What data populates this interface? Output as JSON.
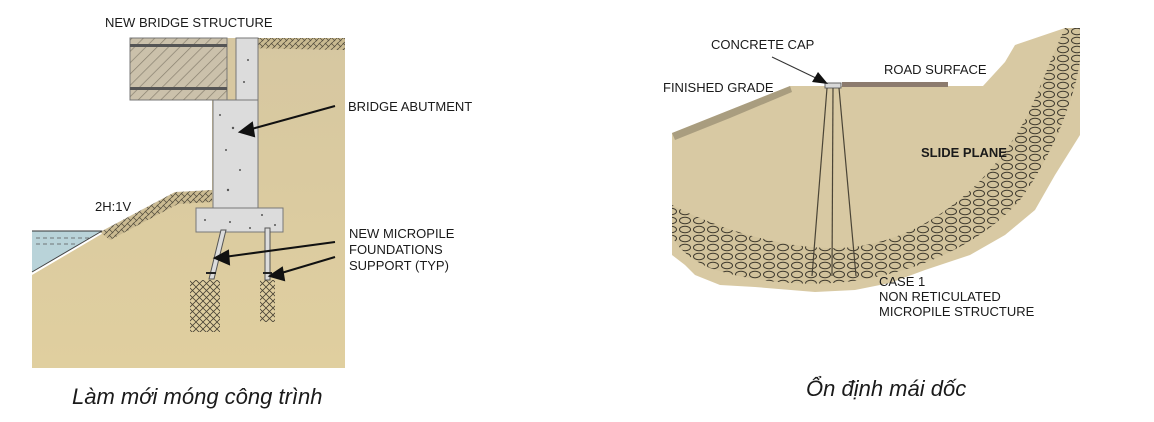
{
  "figures": [
    {
      "id": "left",
      "caption": "Làm mới móng công trình",
      "labels": {
        "new_bridge_structure": "NEW BRIDGE STRUCTURE",
        "bridge_abutment": "BRIDGE ABUTMENT",
        "slope_ratio": "2H:1V",
        "micropile_line1": "NEW MICROPILE",
        "micropile_line2": "FOUNDATIONS",
        "micropile_line3": "SUPPORT (TYP)"
      }
    },
    {
      "id": "right",
      "caption": "Ổn định mái dốc",
      "labels": {
        "concrete_cap": "CONCRETE CAP",
        "road_surface": "ROAD SURFACE",
        "finished_grade": "FINISHED GRADE",
        "slide_plane": "SLIDE PLANE",
        "case_line1": "CASE 1",
        "case_line2": "NON  RETICULATED",
        "case_line3": "MICROPILE STRUCTURE"
      }
    }
  ],
  "colors": {
    "soil": "#d8c9a3",
    "concrete": "#d9d9d9",
    "water": "#b9d3d9",
    "bridge_deck": "#c9bfa9",
    "hatch": "#555555"
  }
}
